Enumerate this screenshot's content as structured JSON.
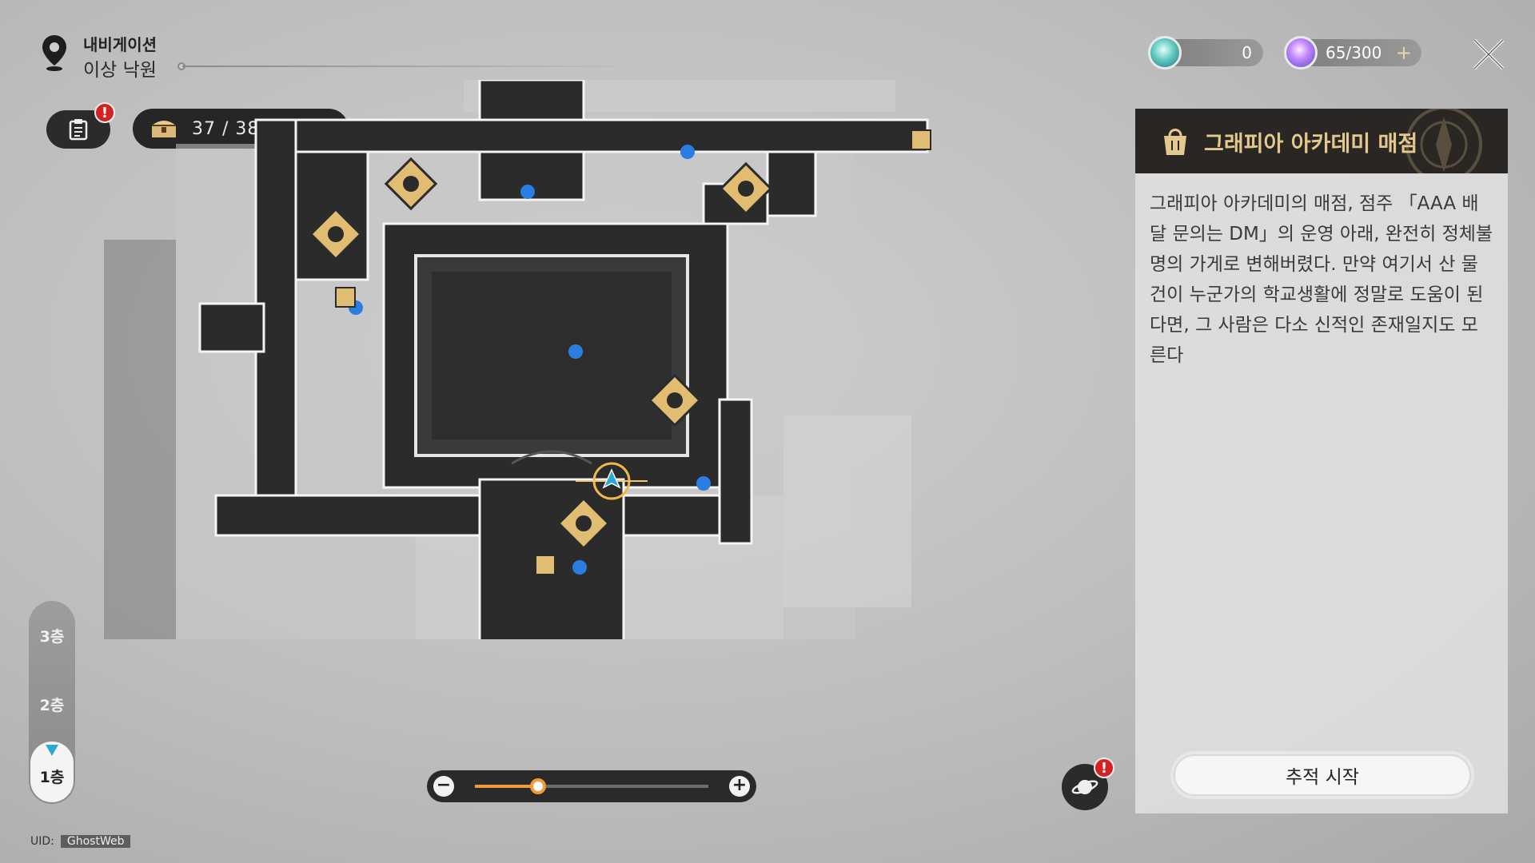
{
  "navigation": {
    "label": "내비게이션",
    "location": "이상 낙원"
  },
  "mission": {
    "alert": "!"
  },
  "chest": {
    "count": "37 / 38"
  },
  "resources": {
    "first_value": "0",
    "second_value": "65/300",
    "second_plus": "+"
  },
  "panel": {
    "title": "그래피아 아카데미 매점",
    "description": "그래피아 아카데미의 매점, 점주 「AAA 배달 문의는 DM」의 운영 아래, 완전히 정체불명의 가게로 변해버렸다. 만약 여기서 산 물건이 누군가의 학교생활에 정말로 도움이 된다면, 그 사람은 다소 신적인 존재일지도 모른다",
    "track_button": "추적 시작"
  },
  "floors": {
    "items": [
      "3층",
      "2층",
      "1층"
    ],
    "active": "1층"
  },
  "zoom": {
    "minus": "−",
    "plus": "+",
    "level": 0.27
  },
  "planet": {
    "alert": "!"
  },
  "uid": {
    "label": "UID:",
    "value": "GhostWeb"
  },
  "colors": {
    "accent_gold": "#e4c98e",
    "zoom_orange": "#f29a3a",
    "alert_red": "#d32222",
    "teleport_blue": "#2a7de1"
  }
}
